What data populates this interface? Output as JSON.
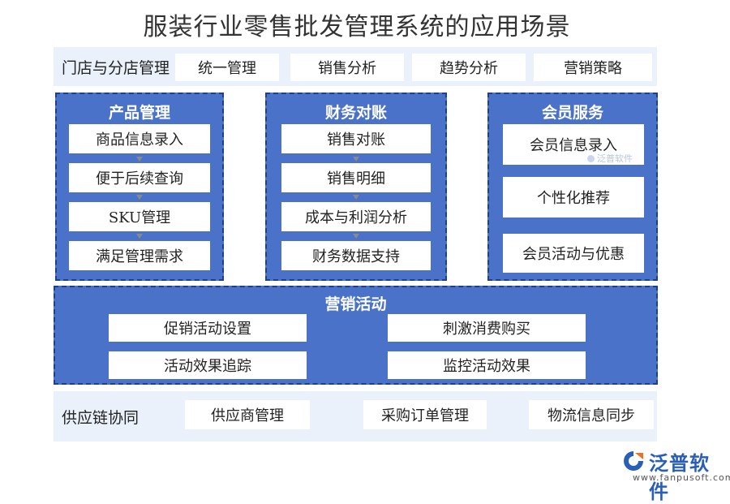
{
  "title": "服装行业零售批发管理系统的应用场景",
  "store_band": {
    "label": "门店与分店管理",
    "items": [
      "统一管理",
      "销售分析",
      "趋势分析",
      "营销策略"
    ]
  },
  "product_panel": {
    "title": "产品管理",
    "steps": [
      "商品信息录入",
      "便于后续查询",
      "SKU管理",
      "满足管理需求"
    ]
  },
  "finance_panel": {
    "title": "财务对账",
    "steps": [
      "销售对账",
      "销售明细",
      "成本与利润分析",
      "财务数据支持"
    ]
  },
  "member_panel": {
    "title": "会员服务",
    "items": [
      "会员信息录入",
      "个性化推荐",
      "会员活动与优惠"
    ],
    "watermark": "泛普软件"
  },
  "marketing_panel": {
    "title": "营销活动",
    "items": [
      "促销活动设置",
      "刺激消费购买",
      "活动效果追踪",
      "监控活动效果"
    ]
  },
  "supply_band": {
    "label": "供应链协同",
    "items": [
      "供应商管理",
      "采购订单管理",
      "物流信息同步"
    ]
  },
  "logo": {
    "name": "泛普软件",
    "url": "www.fanpusoft.com"
  },
  "colors": {
    "panel_fill": "#4a72c8",
    "panel_border": "#1f3f86",
    "band_fill": "#eaf1fb",
    "logo_blue": "#2a5fb8",
    "logo_orange": "#e8732a"
  }
}
